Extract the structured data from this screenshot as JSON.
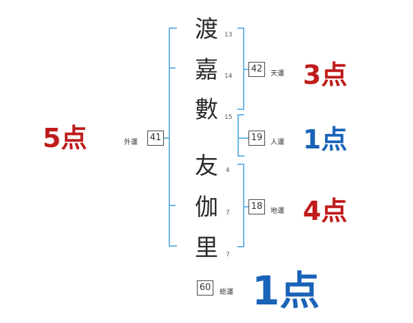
{
  "colors": {
    "bracket": "#6db6e6",
    "score_red": "#bf1b1b",
    "score_blue": "#1a63b8"
  },
  "surname": [
    {
      "char": "渡",
      "strokes": "13"
    },
    {
      "char": "嘉",
      "strokes": "14"
    },
    {
      "char": "數",
      "strokes": "15"
    }
  ],
  "given_name": [
    {
      "char": "友",
      "strokes": "4"
    },
    {
      "char": "伽",
      "strokes": "7"
    },
    {
      "char": "里",
      "strokes": "7"
    }
  ],
  "fortunes": {
    "gaikaku": {
      "value": "41",
      "label": "外運",
      "score": "5点",
      "color": "red"
    },
    "tenkaku": {
      "value": "42",
      "label": "天運",
      "score": "3点",
      "color": "red"
    },
    "jinkaku": {
      "value": "19",
      "label": "人運",
      "score": "1点",
      "color": "blue"
    },
    "chikaku": {
      "value": "18",
      "label": "地運",
      "score": "4点",
      "color": "red"
    },
    "soukaku": {
      "value": "60",
      "label": "総運",
      "score": "1点",
      "color": "blue"
    }
  }
}
